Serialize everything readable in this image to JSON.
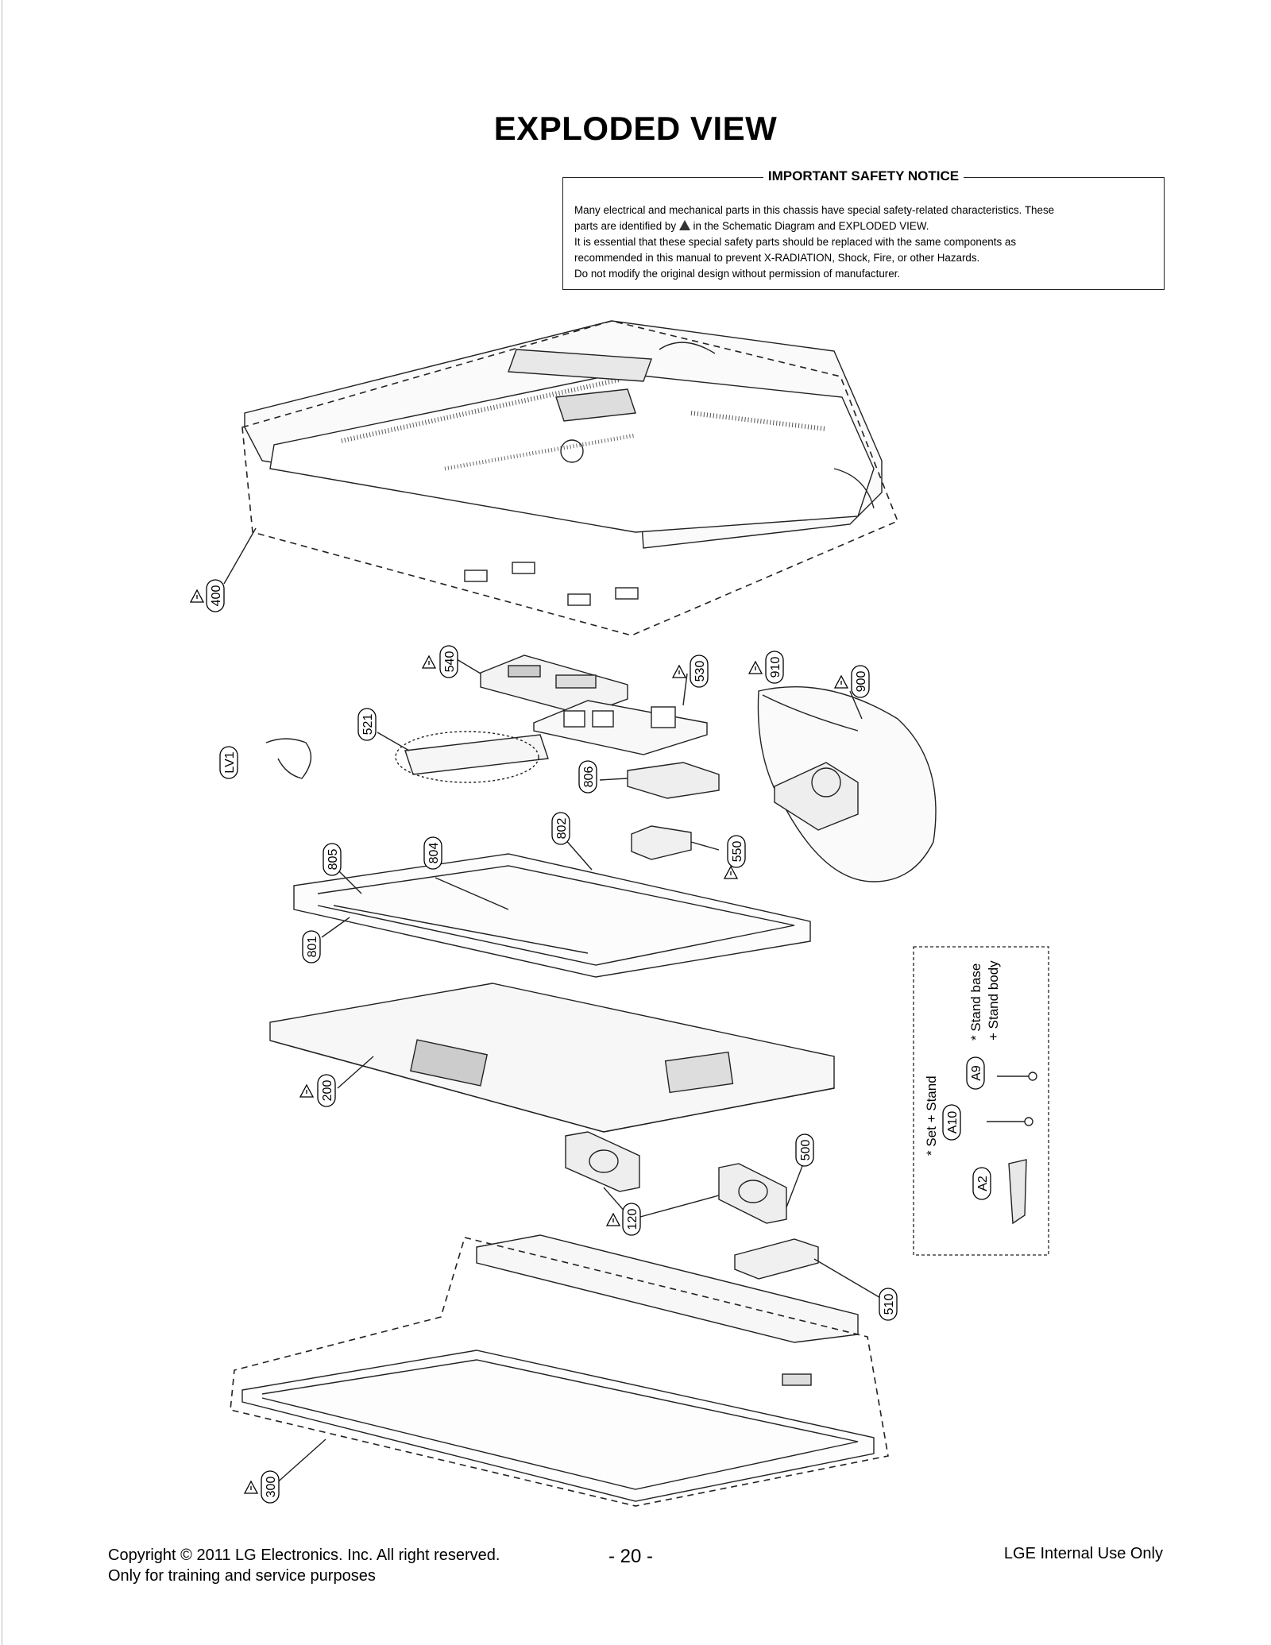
{
  "title": "EXPLODED VIEW",
  "notice": {
    "heading": "IMPORTANT SAFETY NOTICE",
    "lines": [
      "Many electrical and mechanical parts in this chassis have special safety-related characteristics. These",
      "in the Schematic Diagram and EXPLODED VIEW.",
      "It is essential that these special safety parts should be replaced with the same components as",
      "recommended in this manual to prevent X-RADIATION, Shock, Fire, or other Hazards.",
      "Do not modify the original design without permission of manufacturer."
    ],
    "line2_prefix": "parts are identified by"
  },
  "callouts": {
    "p400": "400",
    "p540": "540",
    "p530": "530",
    "p910": "910",
    "p900": "900",
    "p521": "521",
    "lv1": "LV1",
    "p806": "806",
    "p802": "802",
    "p550": "550",
    "p805": "805",
    "p804": "804",
    "p801": "801",
    "p200": "200",
    "p500": "500",
    "p120": "120",
    "p510": "510",
    "p300": "300",
    "a9": "A9",
    "a10": "A10",
    "a2": "A2"
  },
  "stand_box": {
    "stand_base": "* Stand base",
    "stand_body": "+ Stand body",
    "set_stand": "* Set + Stand"
  },
  "footer": {
    "copyright": "Copyright  © 2011  LG Electronics. Inc. All right reserved.",
    "training": "Only for training and service purposes",
    "page": "- 20 -",
    "internal": "LGE Internal Use Only"
  }
}
